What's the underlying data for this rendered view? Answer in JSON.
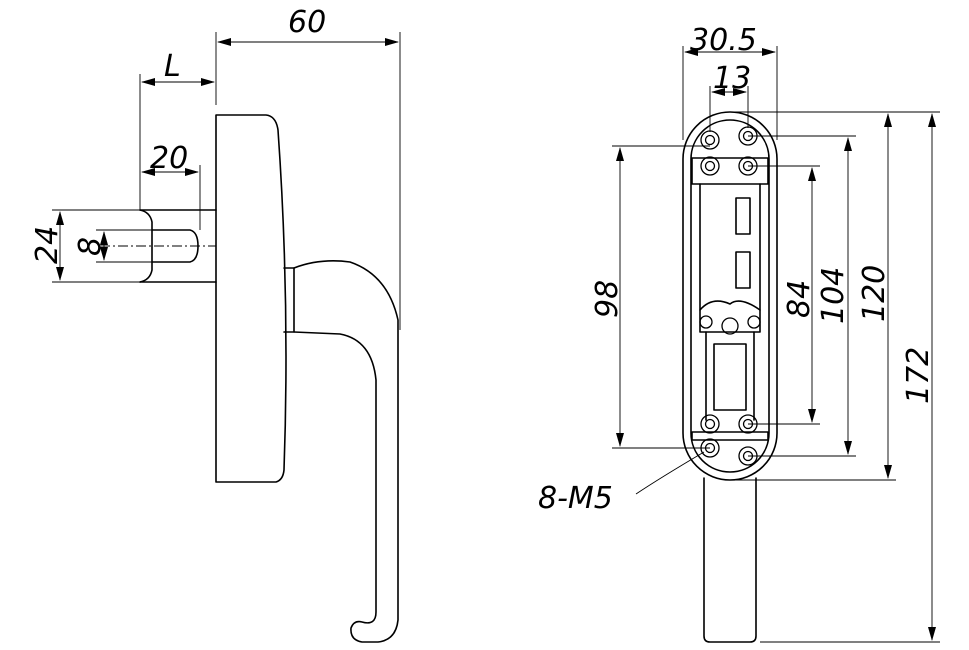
{
  "drawing": {
    "side_view": {
      "dimensions": {
        "overall_depth": "60",
        "spindle_length": "L",
        "spindle_projection": "20",
        "spindle_square": "24",
        "spindle_slot": "8"
      }
    },
    "front_view": {
      "dimensions": {
        "rose_width": "30.5",
        "hole_spacing_x": "13",
        "hole_spacing_a": "98",
        "hole_spacing_b": "84",
        "hole_spacing_c": "104",
        "rose_height": "120",
        "overall_height": "172"
      },
      "callout": "8-M5"
    }
  }
}
